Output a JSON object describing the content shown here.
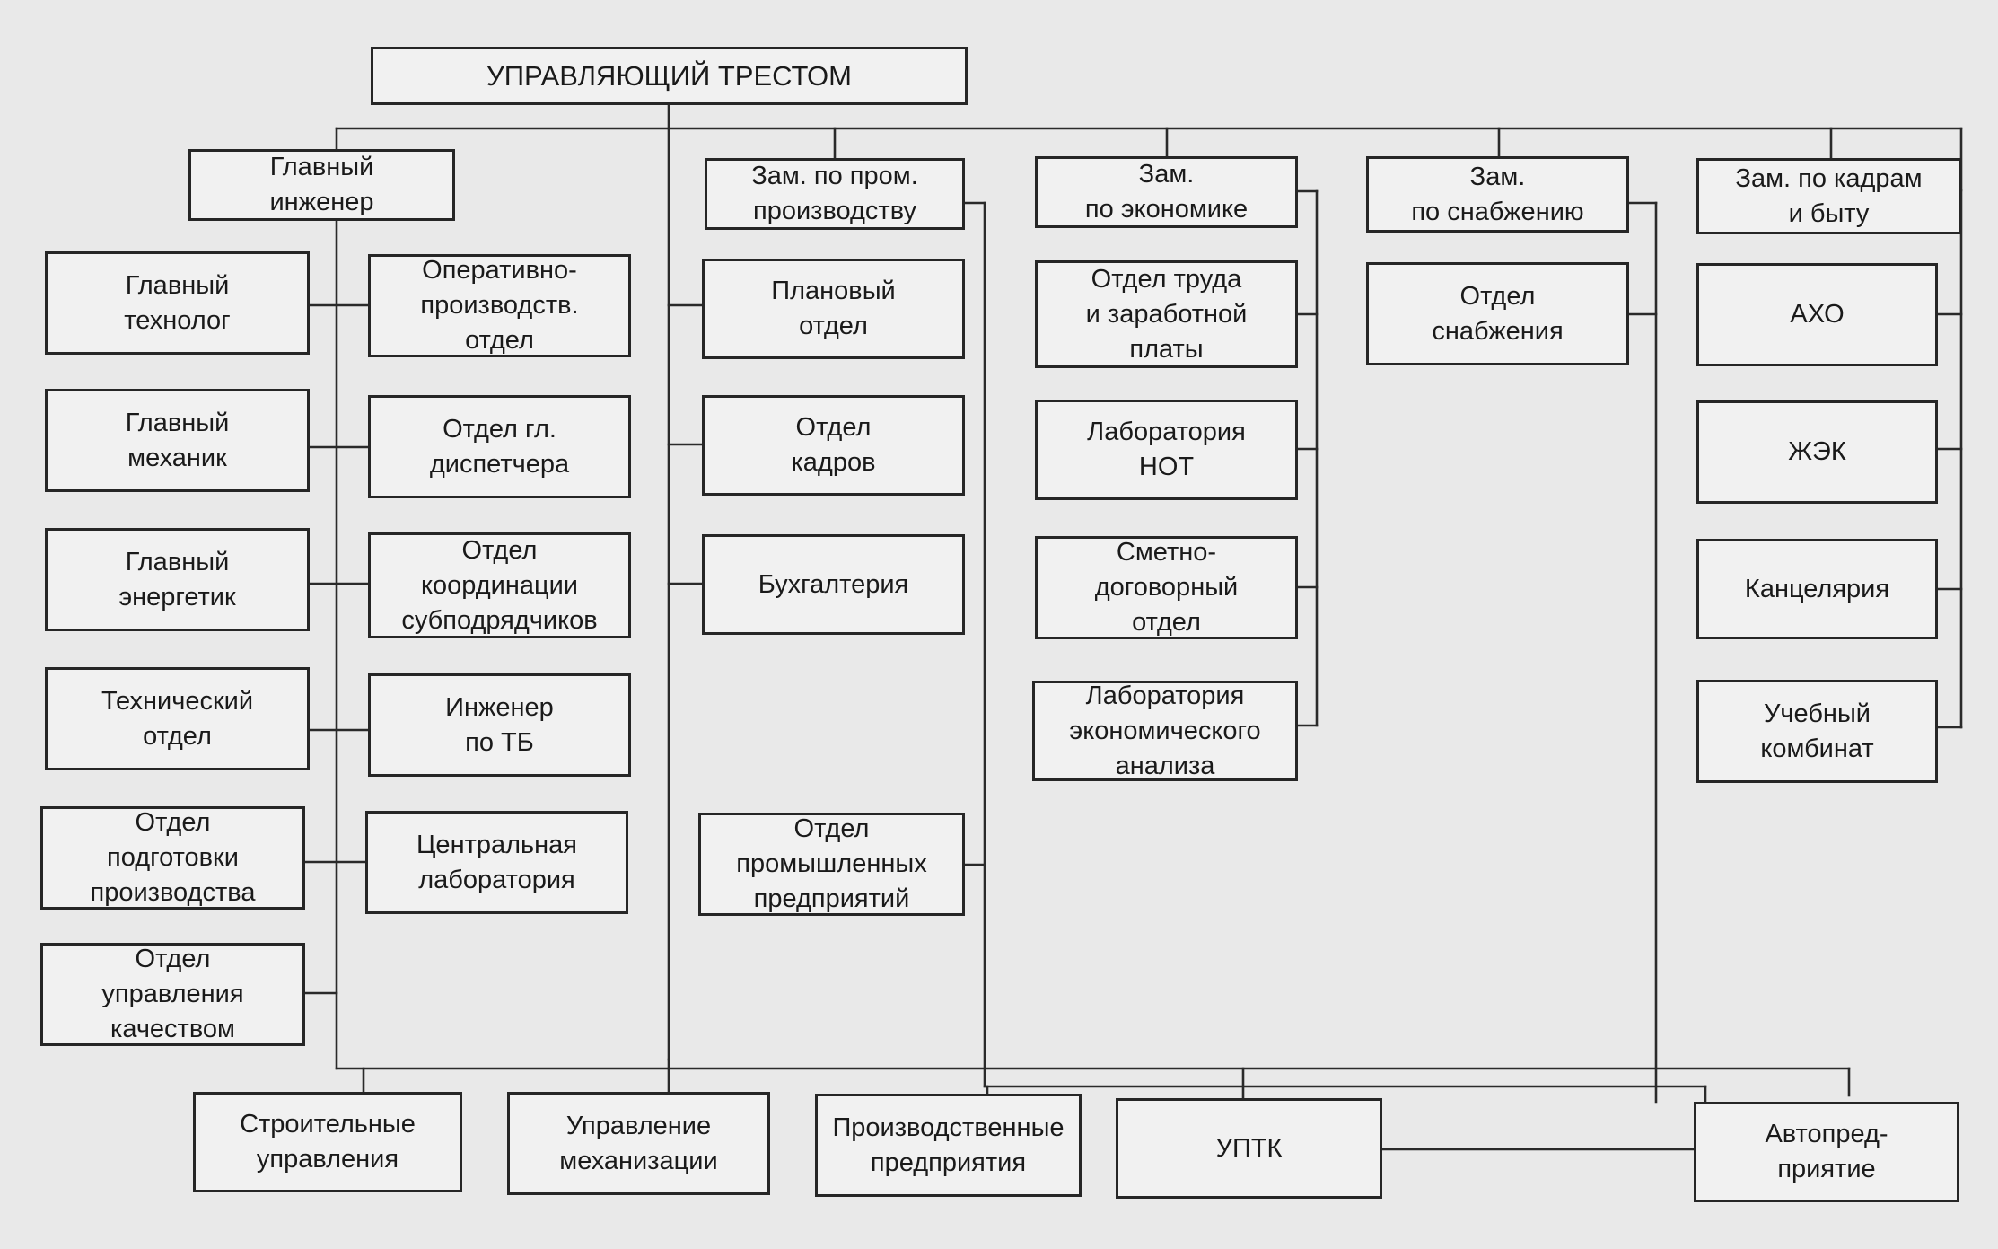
{
  "director": "УПРАВЛЯЮЩИЙ ТРЕСТОМ",
  "chief_engineer": {
    "title": "Главный\nинженер",
    "left_column": [
      "Главный\nтехнолог",
      "Главный\nмеханик",
      "Главный\nэнергетик",
      "Технический\nотдел",
      "Отдел\nподготовки\nпроизводства",
      "Отдел\nуправления\nкачеством"
    ],
    "right_column": [
      "Оперативно-\nпроизводств.\nотдел",
      "Отдел гл.\nдиспетчера",
      "Отдел\nкоординации\nсубподрядчиков",
      "Инженер\nпо ТБ",
      "Центральная\nлаборатория"
    ]
  },
  "director_units": [
    "Плановый\nотдел",
    "Отдел\nкадров",
    "Бухгалтерия"
  ],
  "deputy_industry": {
    "title": "Зам. по пром.\nпроизводству",
    "units": [
      "Отдел\nпромышленных\nпредприятий"
    ]
  },
  "deputy_economics": {
    "title": "Зам.\nпо экономике",
    "units": [
      "Отдел труда\nи заработной\nплаты",
      "Лаборатория\nНОТ",
      "Сметно-\nдоговорный\nотдел",
      "Лаборатория\nэкономического\nанализа"
    ]
  },
  "deputy_supply": {
    "title": "Зам.\nпо снабжению",
    "units": [
      "Отдел\nснабжения"
    ]
  },
  "deputy_hr": {
    "title": "Зам. по кадрам\nи быту",
    "units": [
      "АХО",
      "ЖЭК",
      "Канцелярия",
      "Учебный\nкомбинат"
    ]
  },
  "bottom_units": [
    "Строительные\nуправления",
    "Управление\nмеханизации",
    "Производственные\nпредприятия",
    "УПТК",
    "Автопред-\nприятие"
  ]
}
